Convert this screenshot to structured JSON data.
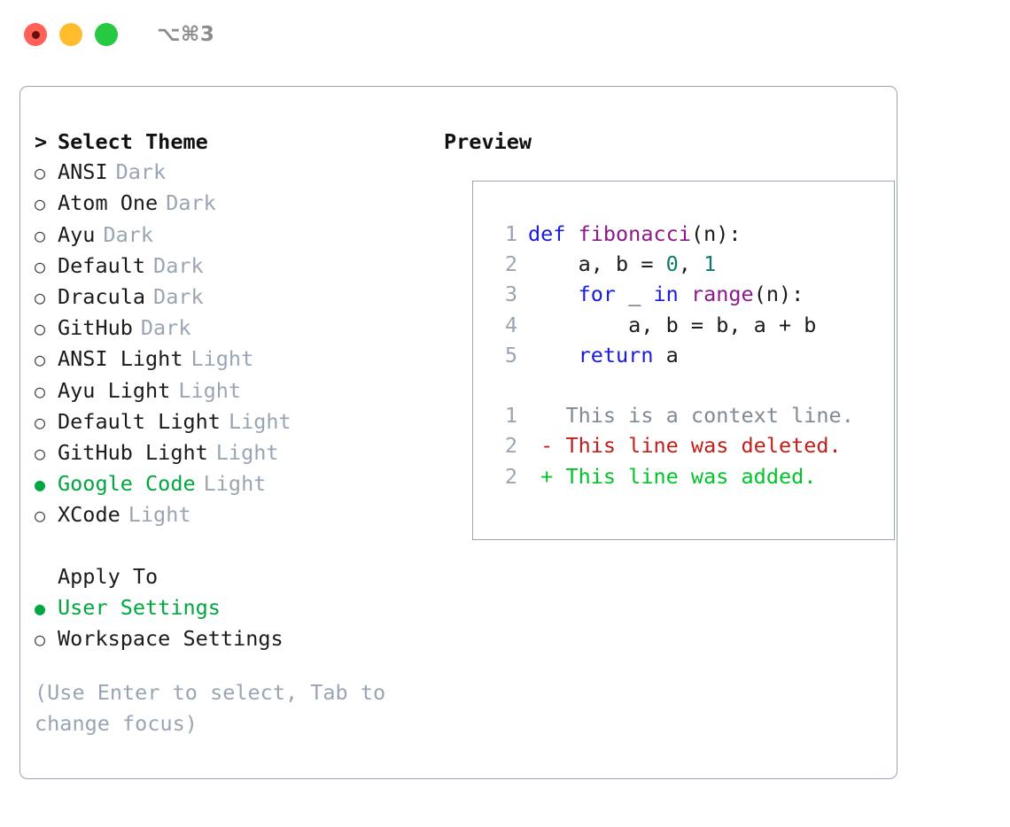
{
  "window": {
    "shortcut": "⌥⌘3",
    "traffic_lights": [
      "close",
      "minimize",
      "maximize"
    ]
  },
  "theme_panel": {
    "header": {
      "prefix": ">",
      "title": "Select Theme"
    },
    "items": [
      {
        "bullet": "○",
        "name": "ANSI",
        "tag": "Dark",
        "selected": false
      },
      {
        "bullet": "○",
        "name": "Atom One",
        "tag": "Dark",
        "selected": false
      },
      {
        "bullet": "○",
        "name": "Ayu",
        "tag": "Dark",
        "selected": false
      },
      {
        "bullet": "○",
        "name": "Default",
        "tag": "Dark",
        "selected": false
      },
      {
        "bullet": "○",
        "name": "Dracula",
        "tag": "Dark",
        "selected": false
      },
      {
        "bullet": "○",
        "name": "GitHub",
        "tag": "Dark",
        "selected": false
      },
      {
        "bullet": "○",
        "name": "ANSI Light",
        "tag": "Light",
        "selected": false
      },
      {
        "bullet": "○",
        "name": "Ayu Light",
        "tag": "Light",
        "selected": false
      },
      {
        "bullet": "○",
        "name": "Default Light",
        "tag": "Light",
        "selected": false
      },
      {
        "bullet": "○",
        "name": "GitHub Light",
        "tag": "Light",
        "selected": false
      },
      {
        "bullet": "●",
        "name": "Google Code",
        "tag": "Light",
        "selected": true
      },
      {
        "bullet": "○",
        "name": "XCode",
        "tag": "Light",
        "selected": false
      }
    ],
    "apply_to": {
      "title": "Apply To",
      "options": [
        {
          "bullet": "●",
          "name": "User Settings",
          "selected": true
        },
        {
          "bullet": "○",
          "name": "Workspace Settings",
          "selected": false
        }
      ]
    },
    "hint": "(Use Enter to select, Tab to change focus)"
  },
  "preview": {
    "title": "Preview",
    "code_lines": [
      {
        "number": "1",
        "tokens": [
          {
            "text": "def ",
            "type": "kw"
          },
          {
            "text": "fibonacci",
            "type": "fn"
          },
          {
            "text": "(n):",
            "type": "punc"
          }
        ]
      },
      {
        "number": "2",
        "tokens": [
          {
            "text": "    a, b = ",
            "type": "id"
          },
          {
            "text": "0",
            "type": "num"
          },
          {
            "text": ", ",
            "type": "punc"
          },
          {
            "text": "1",
            "type": "num"
          }
        ]
      },
      {
        "number": "3",
        "tokens": [
          {
            "text": "    ",
            "type": "punc"
          },
          {
            "text": "for",
            "type": "kw"
          },
          {
            "text": " _ ",
            "type": "id"
          },
          {
            "text": "in",
            "type": "kw"
          },
          {
            "text": " ",
            "type": "punc"
          },
          {
            "text": "range",
            "type": "fn"
          },
          {
            "text": "(n):",
            "type": "punc"
          }
        ]
      },
      {
        "number": "4",
        "tokens": [
          {
            "text": "        a, b = b, a + b",
            "type": "id"
          }
        ]
      },
      {
        "number": "5",
        "tokens": [
          {
            "text": "    ",
            "type": "punc"
          },
          {
            "text": "return",
            "type": "kw"
          },
          {
            "text": " a",
            "type": "id"
          }
        ]
      }
    ],
    "diff_lines": [
      {
        "number": "1",
        "marker": " ",
        "text": "This is a context line.",
        "kind": "ctx"
      },
      {
        "number": "2",
        "marker": "-",
        "text": "This line was deleted.",
        "kind": "del"
      },
      {
        "number": "2",
        "marker": "+",
        "text": "This line was added.",
        "kind": "add"
      }
    ]
  },
  "colors": {
    "keyword": "#1a1ae0",
    "function": "#8b1a8b",
    "number": "#0e7a6e",
    "identifier": "#1b1b1b",
    "diff_context": "#808a94",
    "diff_deleted": "#c0201a",
    "diff_added": "#00c428",
    "selected_green": "#00a63e",
    "muted": "#9aa5b4",
    "border": "#9aa5b4"
  }
}
